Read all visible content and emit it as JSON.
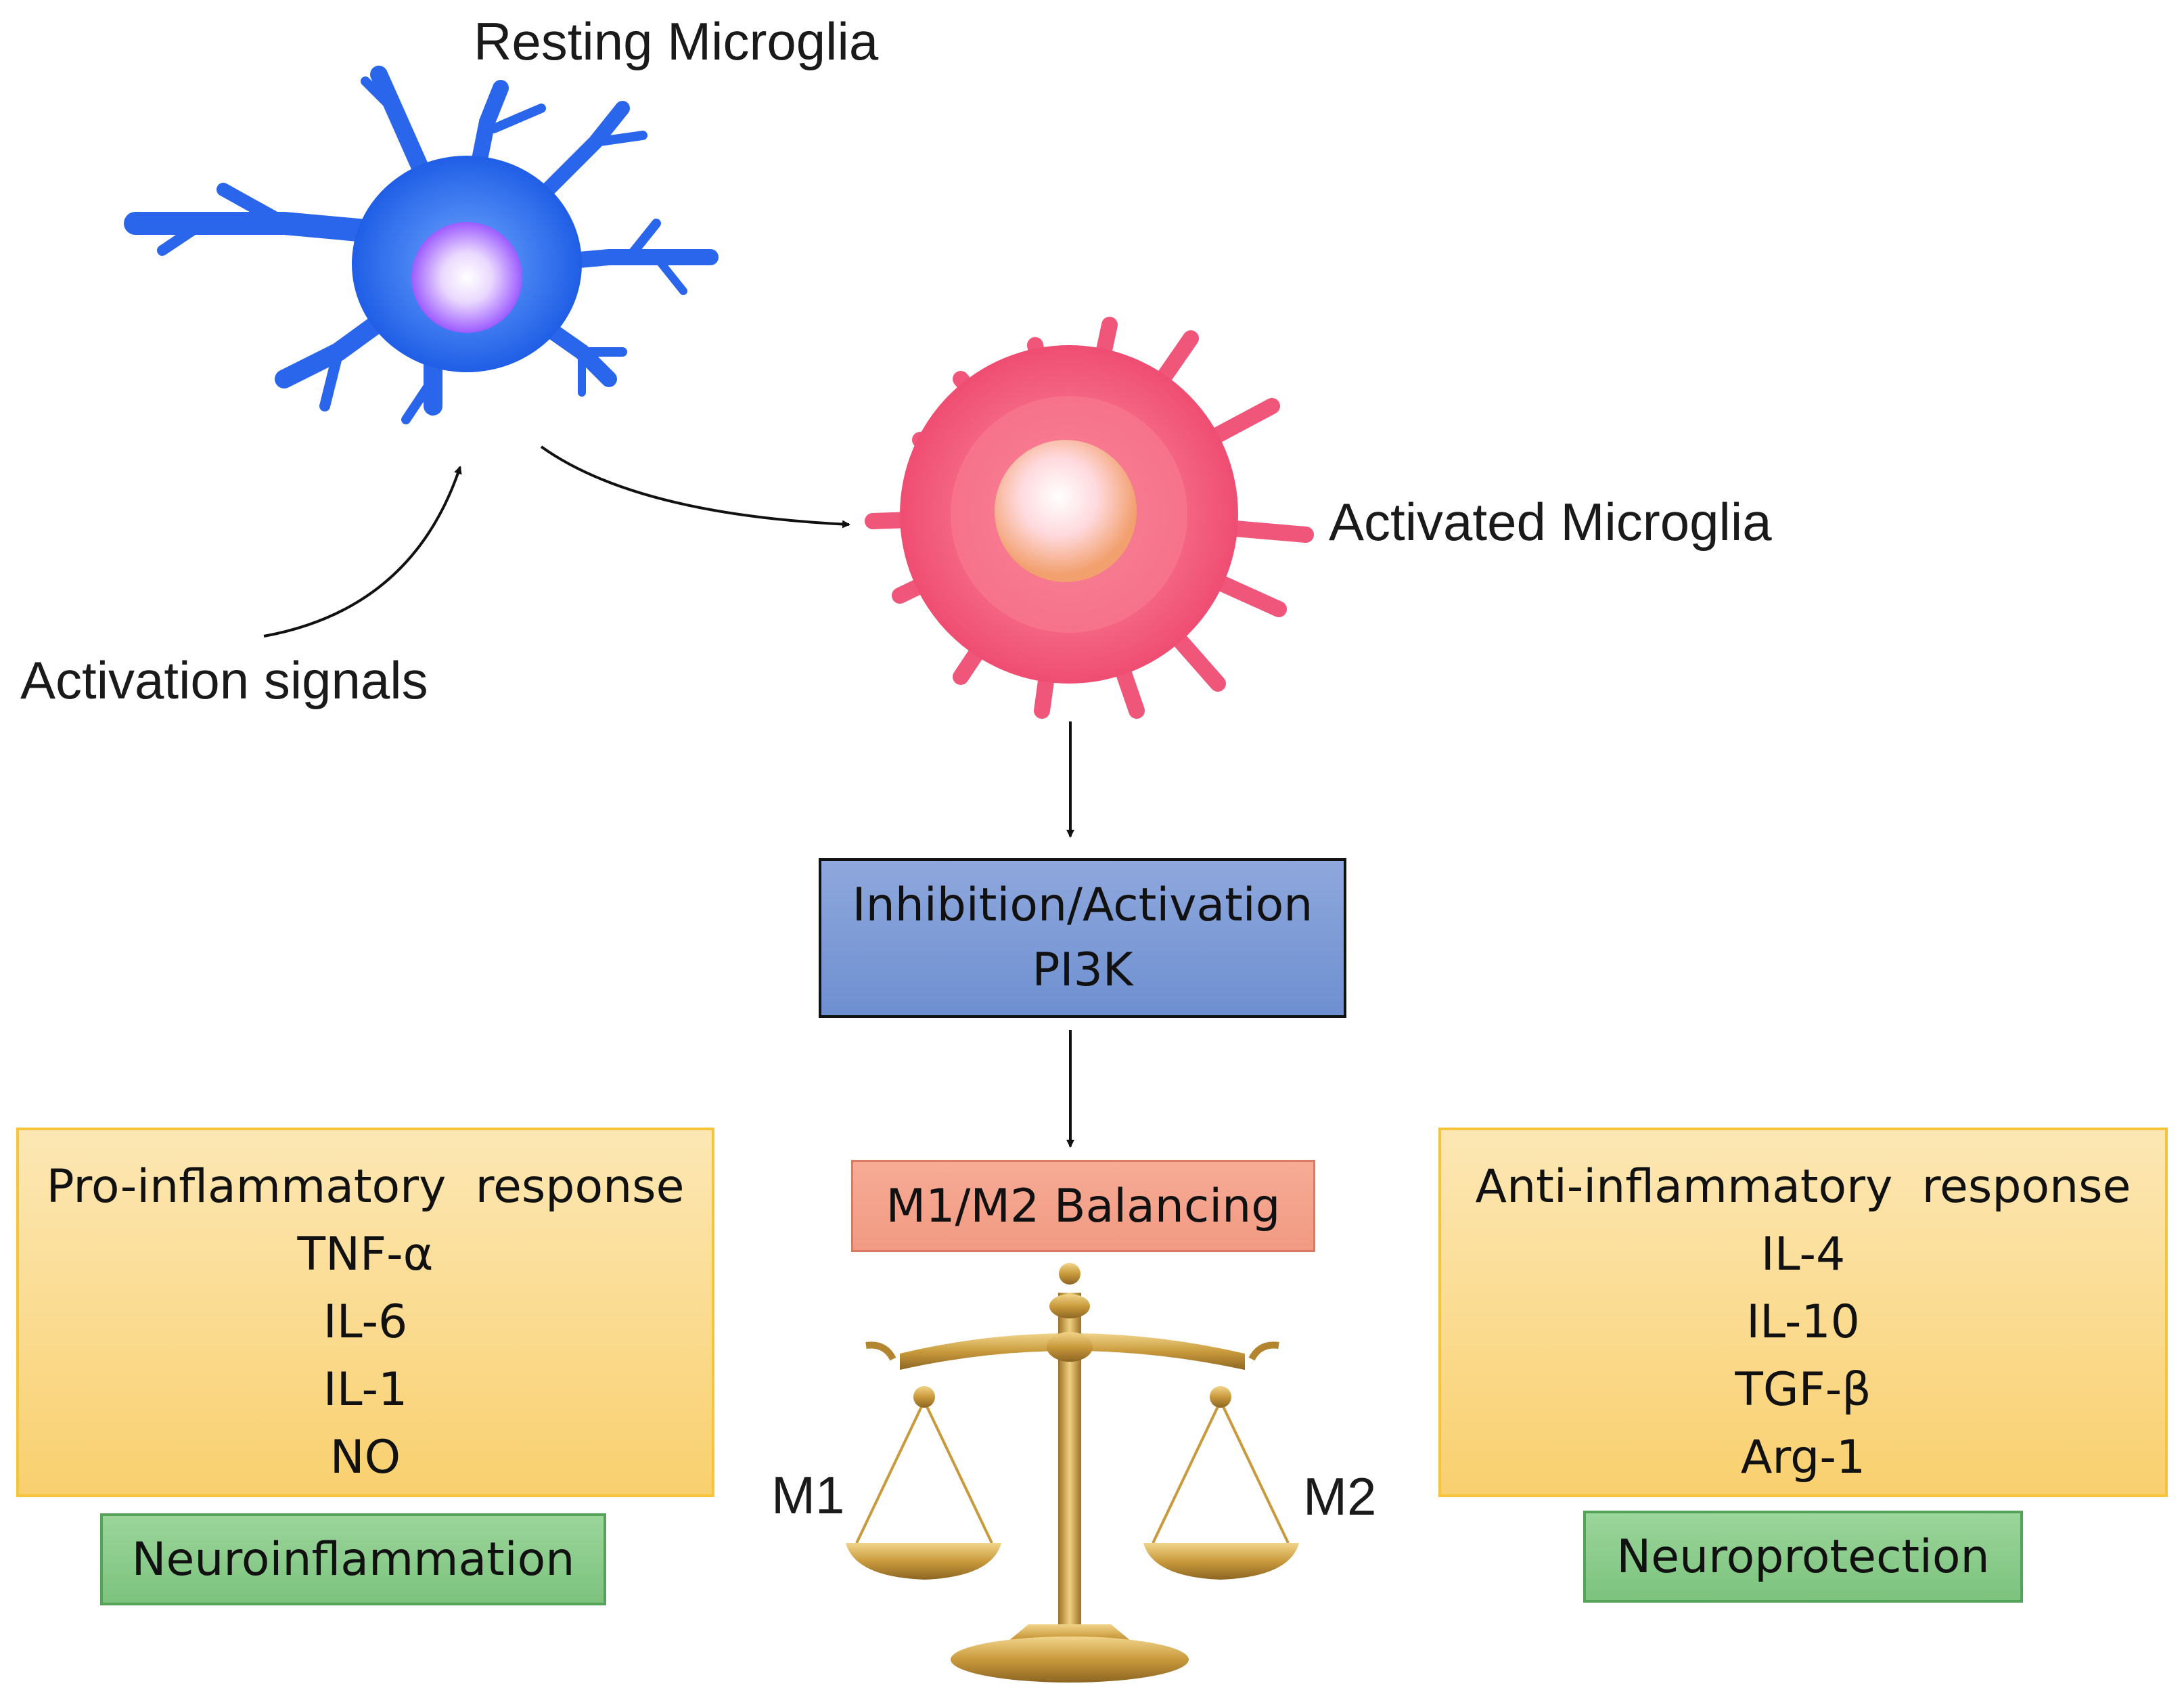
{
  "labels": {
    "resting": "Resting Microglia",
    "activated": "Activated Microglia",
    "signals": "Activation signals",
    "m1": "M1",
    "m2": "M2"
  },
  "pi3k_box": {
    "line1": "Inhibition/Activation",
    "line2": "PI3K"
  },
  "balancing_box": {
    "text": "M1/M2 Balancing"
  },
  "pro_box": {
    "title": "Pro-inflammatory  response",
    "items": [
      "TNF-α",
      "IL-6",
      "IL-1",
      "NO"
    ]
  },
  "anti_box": {
    "title": "Anti-inflammatory  response",
    "items": [
      "IL-4",
      "IL-10",
      "TGF-β",
      "Arg-1"
    ]
  },
  "outcomes": {
    "left": "Neuroinflammation",
    "right": "Neuroprotection"
  },
  "colors": {
    "resting_cell": "#2f6ff0",
    "activated_cell": "#f0567a",
    "pi3k_fill": "#7f9bd8",
    "balancing_fill": "#f4a48d",
    "response_fill": "#fbd982",
    "response_border": "#f5c438",
    "outcome_fill": "#8ccc8b",
    "scale_gold": "#c99a3c"
  }
}
